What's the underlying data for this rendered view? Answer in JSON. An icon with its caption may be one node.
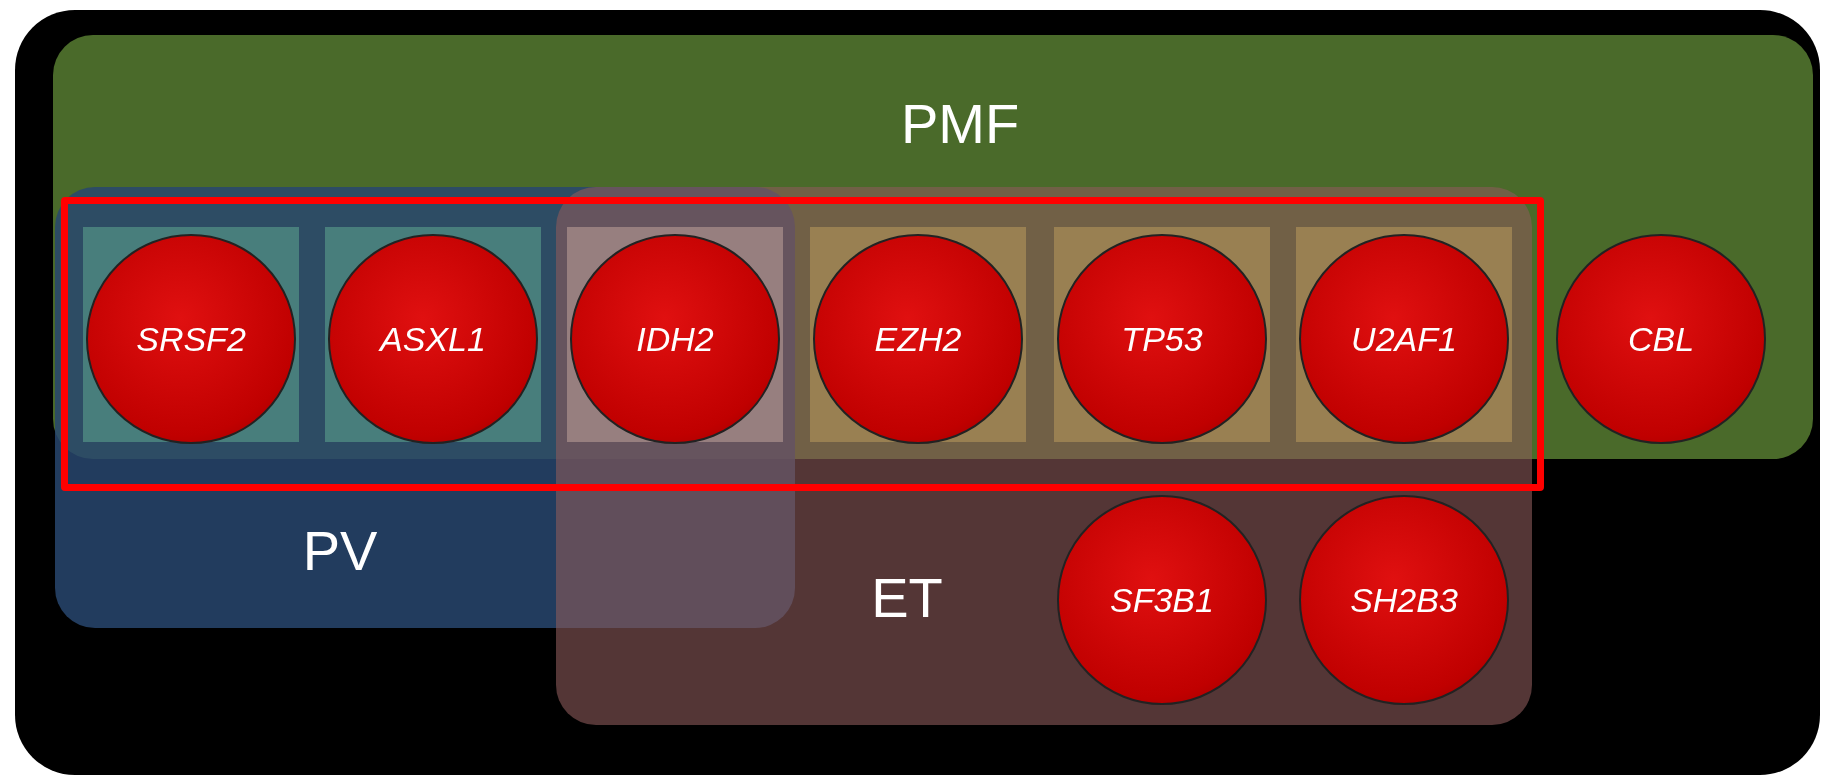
{
  "diagram": {
    "nodes": [
      {
        "text": [
          "PMF"
        ]
      },
      {
        "text": [
          "PV"
        ]
      },
      {
        "text": [
          "ET"
        ]
      },
      {
        "text": [
          "SRSF2"
        ]
      },
      {
        "text": [
          "ASXL1"
        ]
      },
      {
        "text": [
          "IDH2"
        ]
      },
      {
        "text": [
          "EZH2"
        ]
      },
      {
        "text": [
          "TP53"
        ]
      },
      {
        "text": [
          "U2AF1"
        ]
      },
      {
        "text": [
          "CBL"
        ],
        "in": 0
      },
      {
        "text": [
          "SF3B1"
        ],
        "in": 2
      },
      {
        "text": [
          "SH2B3"
        ],
        "in": 2
      }
    ],
    "edges": []
  }
}
